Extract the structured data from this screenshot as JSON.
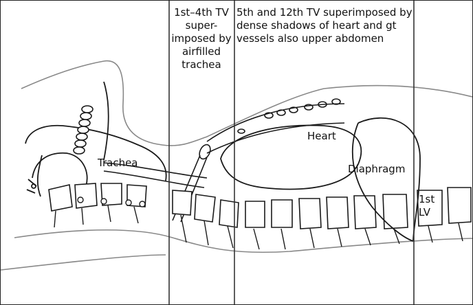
{
  "labels": {
    "zone1": "1st–4th TV super-imposed by airfilled trachea",
    "zone2": "5th and 12th TV superimposed by dense shadows of heart and gt vessels also upper abdomen",
    "heart": "Heart",
    "trachea": "Trachea",
    "diaphragm": "Diaphragm",
    "lv_line1": "1st",
    "lv_line2": "LV"
  },
  "colors": {
    "outline": "#1a1a1a",
    "divider": "#333333",
    "soft_tissue": "#888888"
  }
}
